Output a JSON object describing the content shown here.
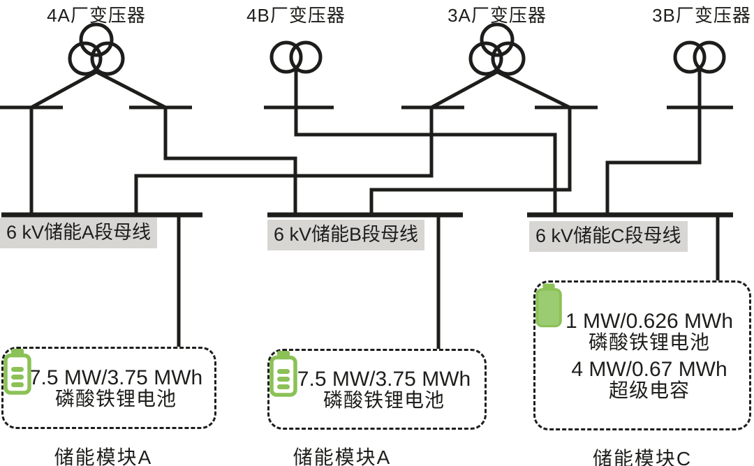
{
  "diagram": {
    "title_note": "",
    "transformers": [
      {
        "id": "4A",
        "label": "4A厂变压器",
        "type": "three-winding"
      },
      {
        "id": "4B",
        "label": "4B厂变压器",
        "type": "two-winding"
      },
      {
        "id": "3A",
        "label": "3A厂变压器",
        "type": "three-winding"
      },
      {
        "id": "3B",
        "label": "3B厂变压器",
        "type": "two-winding"
      }
    ],
    "busbars": [
      {
        "id": "A",
        "label": "6 kV储能A段母线"
      },
      {
        "id": "B",
        "label": "6 kV储能B段母线"
      },
      {
        "id": "C",
        "label": "6 kV储能C段母线"
      }
    ],
    "modules": [
      {
        "id": "A",
        "label": "储能模块A",
        "items": [
          {
            "icon": "battery-outline-icon",
            "line1": "7.5 MW/3.75 MWh",
            "line2": "磷酸铁锂电池"
          }
        ]
      },
      {
        "id": "B",
        "label": "储能模块A",
        "items": [
          {
            "icon": "battery-outline-icon",
            "line1": "7.5 MW/3.75 MWh",
            "line2": "磷酸铁锂电池"
          }
        ]
      },
      {
        "id": "C",
        "label": "储能模块C",
        "items": [
          {
            "icon": "battery-outline-icon",
            "line1": "1 MW/0.626 MWh",
            "line2": "磷酸铁锂电池"
          },
          {
            "icon": "battery-filled-icon",
            "line1": "4 MW/0.67 MWh",
            "line2": "超级电容"
          }
        ]
      }
    ],
    "colors": {
      "line": "#1d1d1b",
      "busbar_label_bg": "#d8d6d3",
      "battery_green": "#8bc156",
      "battery_green_fill": "#9ccc72"
    }
  }
}
